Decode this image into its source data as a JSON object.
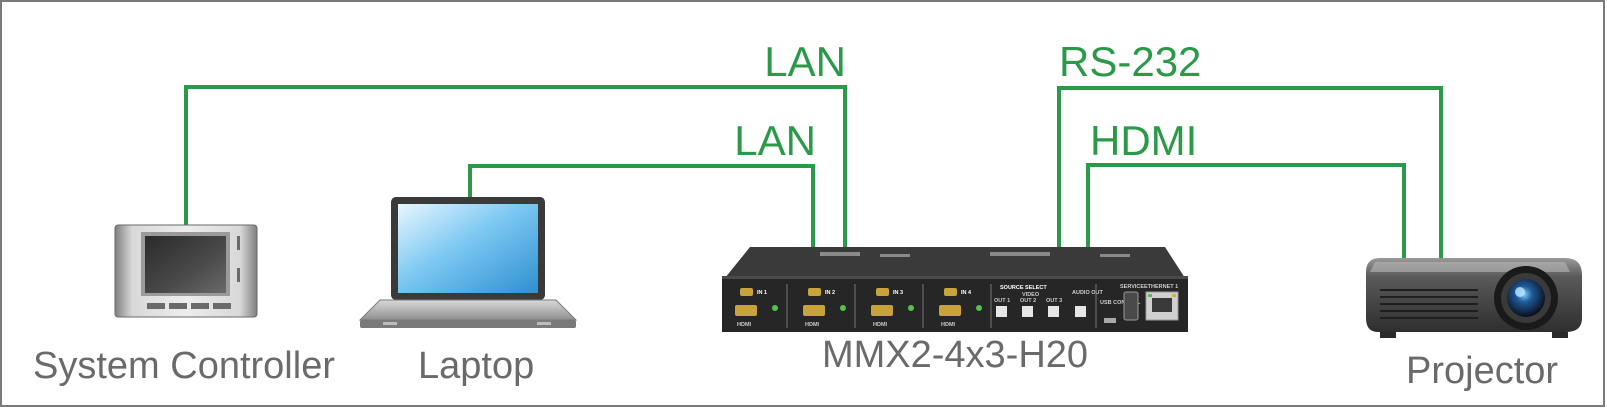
{
  "colors": {
    "cable": "#2a9a48",
    "label_gray": "#6a6a6a",
    "frame": "#7a7a7a",
    "device_body": "#2b2b2b",
    "hdmi_gold": "#c8a23a",
    "led_green": "#55c24a"
  },
  "connections": {
    "lan_controller": "LAN",
    "lan_laptop": "LAN",
    "rs232": "RS-232",
    "hdmi": "HDMI"
  },
  "devices": {
    "system_controller": "System Controller",
    "laptop": "Laptop",
    "matrix": "MMX2-4x3-H20",
    "projector": "Projector"
  },
  "matrix_panel": {
    "inputs": [
      "IN 1",
      "IN 2",
      "IN 3",
      "IN 4"
    ],
    "port_label": "HDMI",
    "source_select": "SOURCE SELECT",
    "video": "VIDEO",
    "outputs": [
      "OUT 1",
      "OUT 2",
      "OUT 3"
    ],
    "audio_out": "AUDIO OUT",
    "usb_control": "USB CONTROL",
    "service": "SERVICE",
    "ethernet": "ETHERNET 1"
  }
}
